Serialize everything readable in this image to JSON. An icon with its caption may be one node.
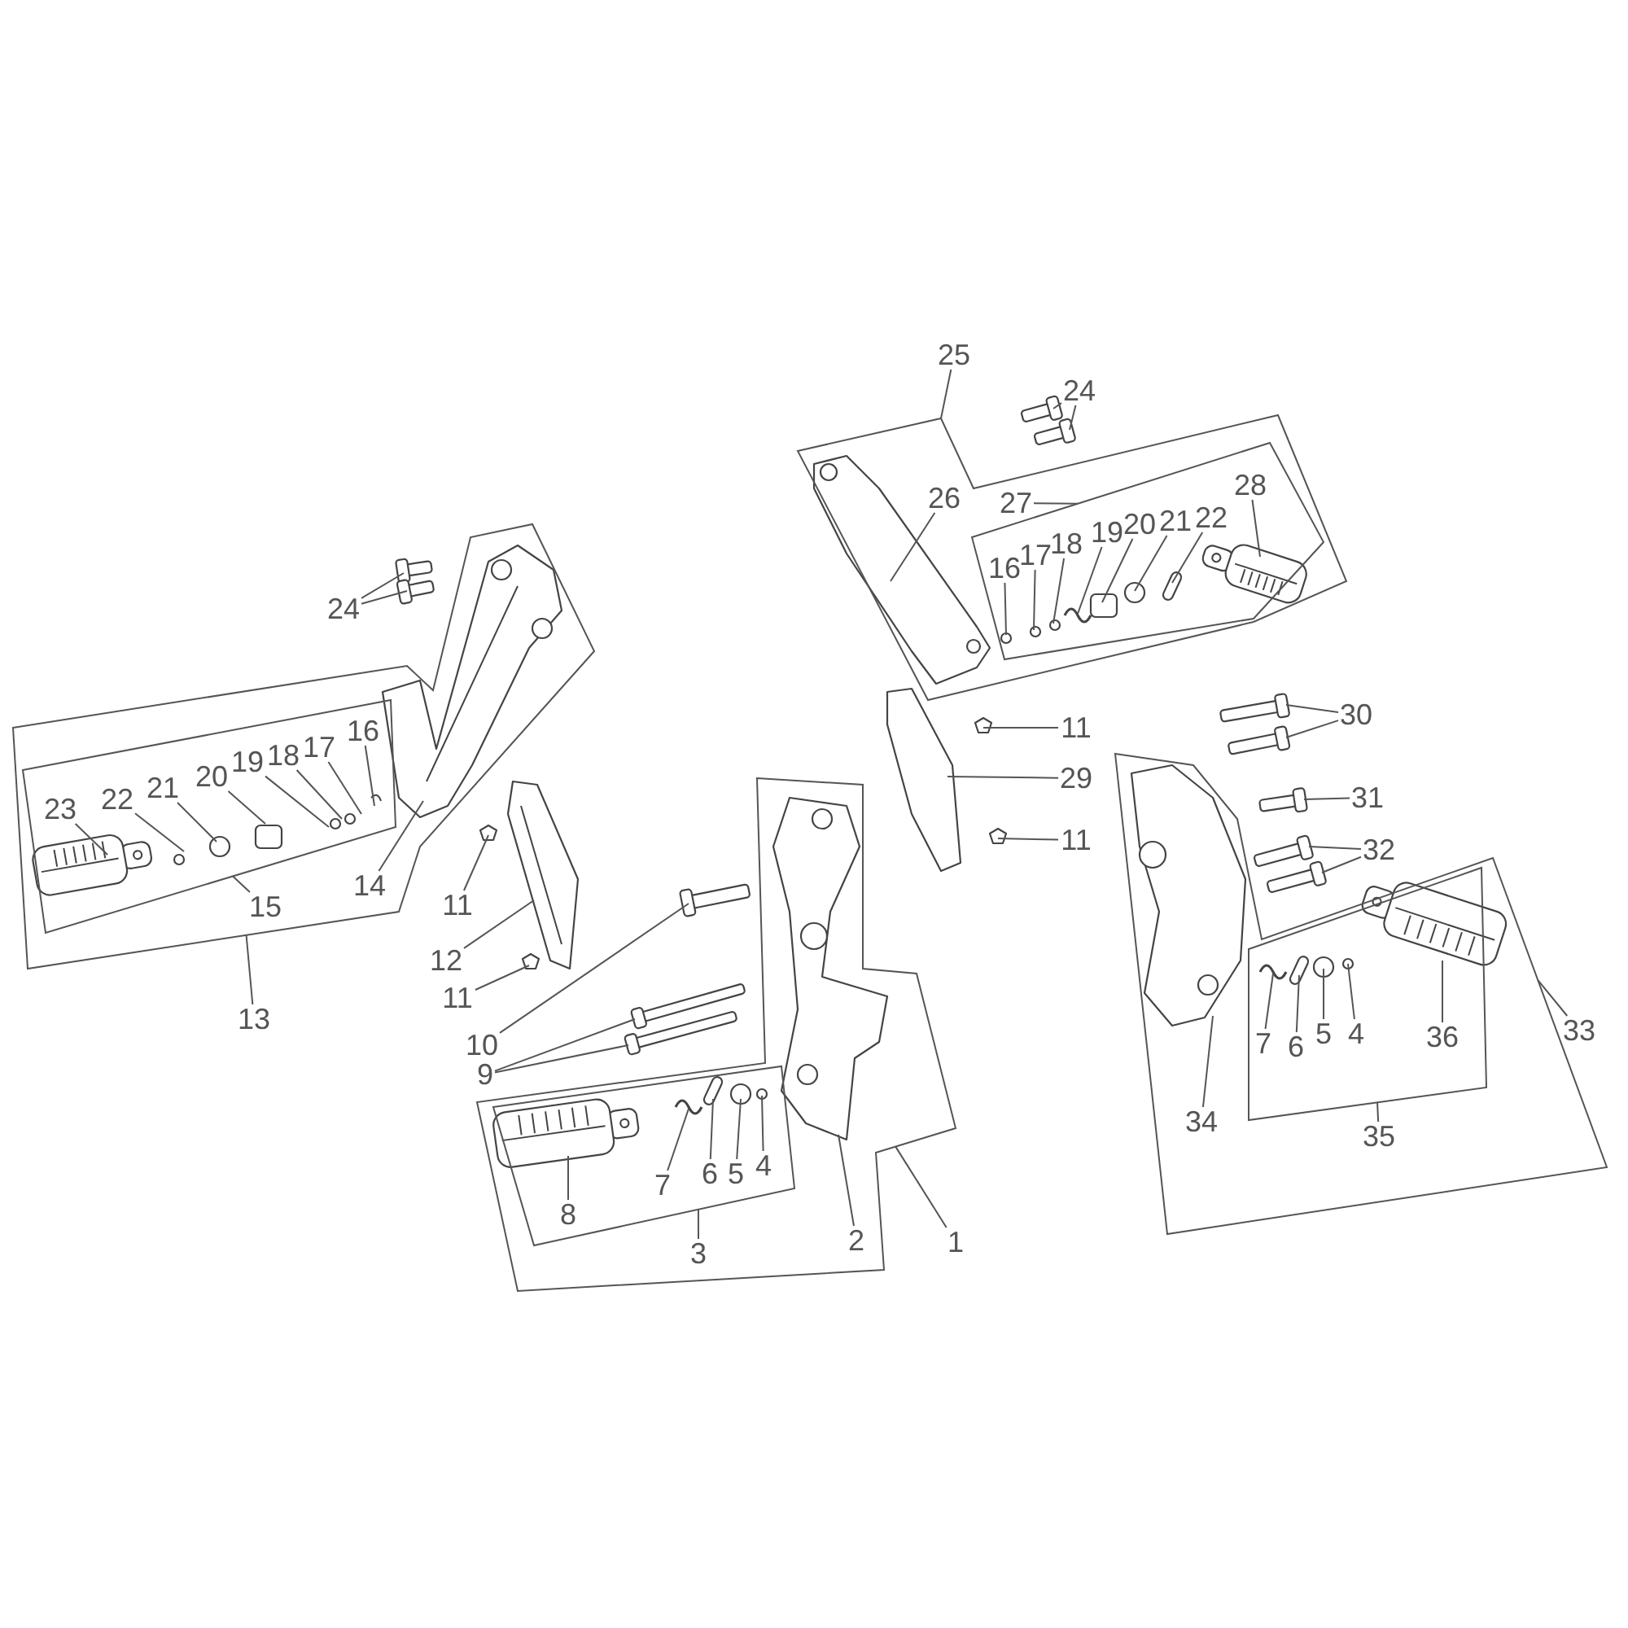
{
  "diagram": {
    "nodes": [
      {
        "text": [
          "24"
        ]
      },
      {
        "text": [],
        "shape": "box"
      },
      {
        "text": [],
        "shape": "box",
        "in": 1
      },
      {
        "text": [
          "23"
        ],
        "in": 2
      },
      {
        "text": [
          "22"
        ],
        "in": 2
      },
      {
        "text": [
          "21"
        ],
        "in": 2
      },
      {
        "text": [
          "20"
        ],
        "in": 2
      },
      {
        "text": [
          "19"
        ],
        "in": 2
      },
      {
        "text": [
          "18"
        ],
        "in": 2
      },
      {
        "text": [
          "17"
        ],
        "in": 2
      },
      {
        "text": [
          "16"
        ],
        "in": 2
      },
      {
        "text": [
          "15"
        ],
        "in": 1
      },
      {
        "text": [
          "14"
        ],
        "in": 1
      },
      {
        "text": [
          "13"
        ]
      },
      {
        "text": [
          "11"
        ]
      },
      {
        "text": [
          "12"
        ]
      },
      {
        "text": [
          "11"
        ]
      },
      {
        "text": [
          "10"
        ]
      },
      {
        "text": [
          "9"
        ]
      },
      {
        "text": [],
        "shape": "box"
      },
      {
        "text": [],
        "shape": "box",
        "in": 19
      },
      {
        "text": [
          "8"
        ],
        "in": 20
      },
      {
        "text": [
          "7"
        ],
        "in": 20
      },
      {
        "text": [
          "6"
        ],
        "in": 20
      },
      {
        "text": [
          "5"
        ],
        "in": 20
      },
      {
        "text": [
          "4"
        ],
        "in": 20
      },
      {
        "text": [
          "3"
        ],
        "in": 19
      },
      {
        "text": [
          "2"
        ],
        "in": 19
      },
      {
        "text": [
          "1"
        ]
      },
      {
        "text": [
          "25"
        ]
      },
      {
        "text": [
          "24"
        ]
      },
      {
        "text": [],
        "shape": "box"
      },
      {
        "text": [
          "26"
        ],
        "in": 31
      },
      {
        "text": [
          "27"
        ],
        "in": 31
      },
      {
        "text": [],
        "shape": "box",
        "in": 31
      },
      {
        "text": [
          "16"
        ],
        "in": 34
      },
      {
        "text": [
          "17"
        ],
        "in": 34
      },
      {
        "text": [
          "18"
        ],
        "in": 34
      },
      {
        "text": [
          "19"
        ],
        "in": 34
      },
      {
        "text": [
          "20"
        ],
        "in": 34
      },
      {
        "text": [
          "21"
        ],
        "in": 34
      },
      {
        "text": [
          "22"
        ],
        "in": 34
      },
      {
        "text": [
          "28"
        ],
        "in": 34
      },
      {
        "text": [
          "11"
        ]
      },
      {
        "text": [
          "29"
        ]
      },
      {
        "text": [
          "11"
        ]
      },
      {
        "text": [
          "30"
        ]
      },
      {
        "text": [
          "31"
        ]
      },
      {
        "text": [
          "32"
        ]
      },
      {
        "text": [],
        "shape": "box"
      },
      {
        "text": [
          "34"
        ],
        "in": 49
      },
      {
        "text": [],
        "shape": "box",
        "in": 49
      },
      {
        "text": [
          "7"
        ],
        "in": 51
      },
      {
        "text": [
          "6"
        ],
        "in": 51
      },
      {
        "text": [
          "5"
        ],
        "in": 51
      },
      {
        "text": [
          "4"
        ],
        "in": 51
      },
      {
        "text": [
          "36"
        ],
        "in": 51
      },
      {
        "text": [
          "35"
        ],
        "in": 49
      },
      {
        "text": [
          "33"
        ]
      }
    ],
    "edges": [
      {
        "from": 0,
        "to": null,
        "arrow": "none"
      },
      {
        "from": 0,
        "to": null,
        "arrow": "none"
      },
      {
        "from": 13,
        "to": 1,
        "arrow": "none"
      },
      {
        "from": 3,
        "to": null,
        "arrow": "none"
      },
      {
        "from": 4,
        "to": null,
        "arrow": "none"
      },
      {
        "from": 5,
        "to": null,
        "arrow": "none"
      },
      {
        "from": 6,
        "to": null,
        "arrow": "none"
      },
      {
        "from": 7,
        "to": null,
        "arrow": "none"
      },
      {
        "from": 8,
        "to": null,
        "arrow": "none"
      },
      {
        "from": 9,
        "to": null,
        "arrow": "none"
      },
      {
        "from": 10,
        "to": null,
        "arrow": "none"
      },
      {
        "from": 11,
        "to": 2,
        "arrow": "none"
      },
      {
        "from": 12,
        "to": null,
        "arrow": "none"
      },
      {
        "from": 14,
        "to": null,
        "arrow": "none"
      },
      {
        "from": 15,
        "to": null,
        "arrow": "none"
      },
      {
        "from": 16,
        "to": null,
        "arrow": "none"
      },
      {
        "from": 17,
        "to": null,
        "arrow": "none"
      },
      {
        "from": 18,
        "to": null,
        "arrow": "none"
      },
      {
        "from": 18,
        "to": null,
        "arrow": "none"
      },
      {
        "from": 22,
        "to": null,
        "arrow": "none"
      },
      {
        "from": 23,
        "to": null,
        "arrow": "none"
      },
      {
        "from": 24,
        "to": null,
        "arrow": "none"
      },
      {
        "from": 25,
        "to": null,
        "arrow": "none"
      },
      {
        "from": 21,
        "to": null,
        "arrow": "none"
      },
      {
        "from": 26,
        "to": 20,
        "arrow": "none"
      },
      {
        "from": 27,
        "to": null,
        "arrow": "none"
      },
      {
        "from": 28,
        "to": 19,
        "arrow": "none"
      },
      {
        "from": 29,
        "to": 31,
        "arrow": "none"
      },
      {
        "from": 30,
        "to": null,
        "arrow": "none"
      },
      {
        "from": 30,
        "to": null,
        "arrow": "none"
      },
      {
        "from": 32,
        "to": null,
        "arrow": "none"
      },
      {
        "from": 33,
        "to": 34,
        "arrow": "none"
      },
      {
        "from": 35,
        "to": null,
        "arrow": "none"
      },
      {
        "from": 36,
        "to": null,
        "arrow": "none"
      },
      {
        "from": 37,
        "to": null,
        "arrow": "none"
      },
      {
        "from": 38,
        "to": null,
        "arrow": "none"
      },
      {
        "from": 39,
        "to": null,
        "arrow": "none"
      },
      {
        "from": 40,
        "to": null,
        "arrow": "none"
      },
      {
        "from": 41,
        "to": null,
        "arrow": "none"
      },
      {
        "from": 42,
        "to": null,
        "arrow": "none"
      },
      {
        "from": 43,
        "to": null,
        "arrow": "none"
      },
      {
        "from": 44,
        "to": null,
        "arrow": "none"
      },
      {
        "from": 45,
        "to": null,
        "arrow": "none"
      },
      {
        "from": 46,
        "to": null,
        "arrow": "none"
      },
      {
        "from": 46,
        "to": null,
        "arrow": "none"
      },
      {
        "from": 47,
        "to": null,
        "arrow": "none"
      },
      {
        "from": 48,
        "to": null,
        "arrow": "none"
      },
      {
        "from": 48,
        "to": null,
        "arrow": "none"
      },
      {
        "from": 58,
        "to": 49,
        "arrow": "none"
      },
      {
        "from": 50,
        "to": null,
        "arrow": "none"
      },
      {
        "from": 52,
        "to": null,
        "arrow": "none"
      },
      {
        "from": 53,
        "to": null,
        "arrow": "none"
      },
      {
        "from": 54,
        "to": null,
        "arrow": "none"
      },
      {
        "from": 55,
        "to": null,
        "arrow": "none"
      },
      {
        "from": 56,
        "to": null,
        "arrow": "none"
      },
      {
        "from": 57,
        "to": 51,
        "arrow": "none"
      }
    ]
  }
}
